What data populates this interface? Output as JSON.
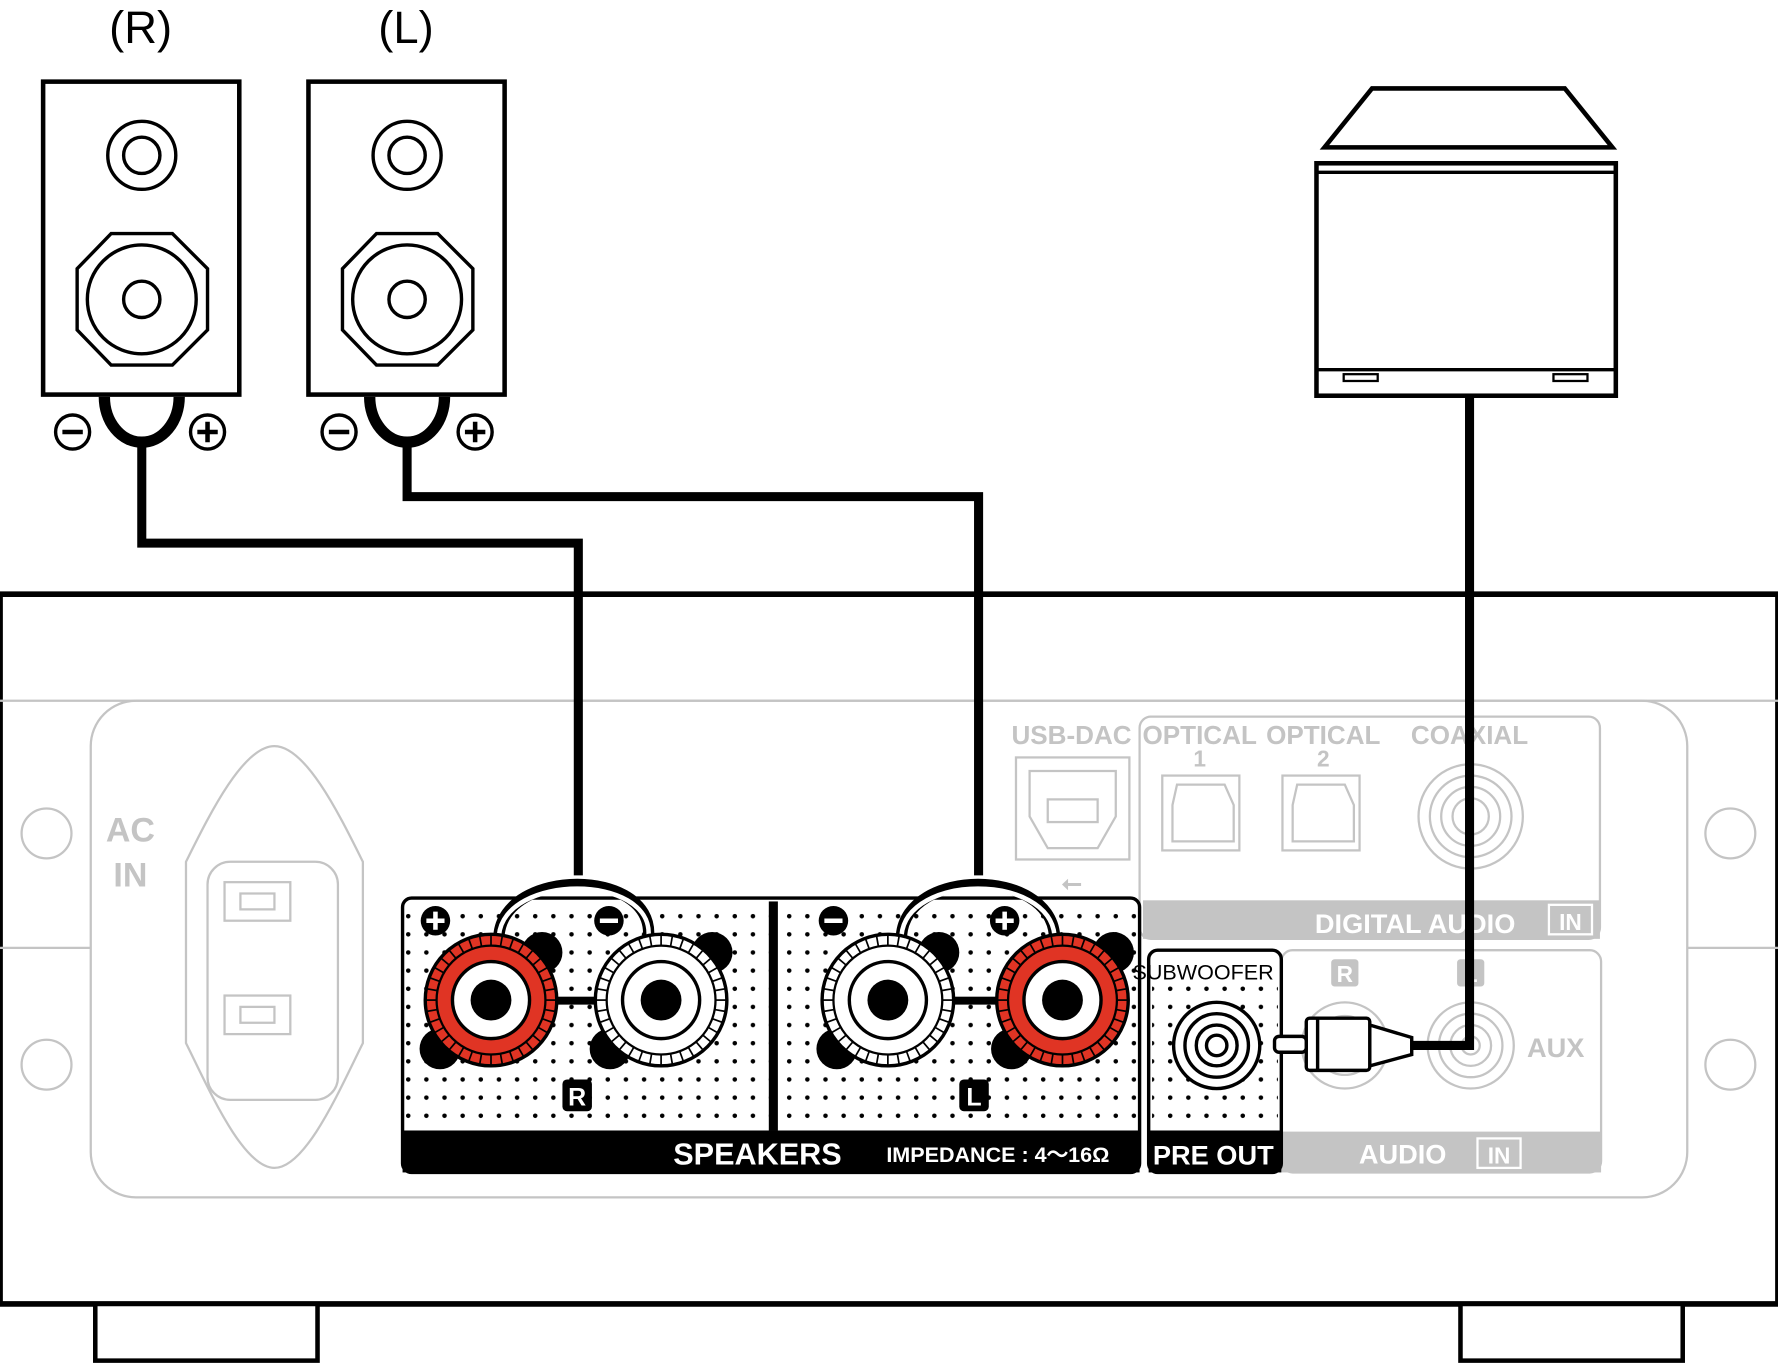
{
  "speakers": {
    "right_label": "(R)",
    "left_label": "(L)"
  },
  "panel": {
    "ac_in": [
      "AC",
      "IN"
    ],
    "digital": {
      "usb_dac": "USB-DAC",
      "optical1": [
        "OPTICAL",
        "1"
      ],
      "optical2": [
        "OPTICAL",
        "2"
      ],
      "coaxial": "COAXIAL",
      "section": "DIGITAL AUDIO",
      "in_badge": "IN"
    },
    "analog": {
      "r": "R",
      "l": "L",
      "aux": "AUX",
      "section": "AUDIO",
      "in_badge": "IN"
    },
    "speakers": {
      "title": "SPEAKERS",
      "impedance": "IMPEDANCE : 4～16Ω",
      "r": "R",
      "l": "L"
    },
    "subwoofer": {
      "label": "SUBWOOFER",
      "section": "PRE OUT"
    }
  },
  "colors": {
    "red_terminal": "#e03424",
    "line": "#000000",
    "faded": "#c4c4c4"
  }
}
